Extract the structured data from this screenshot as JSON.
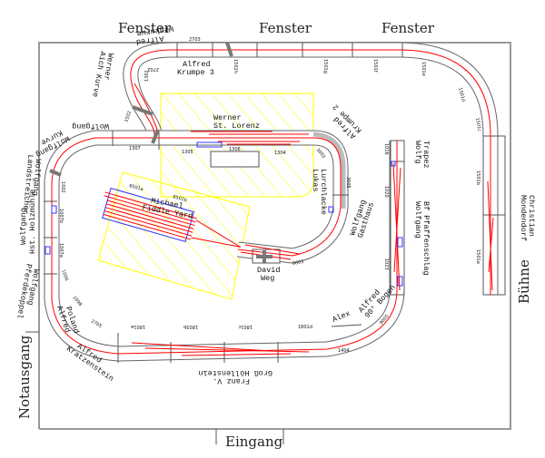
{
  "room": {
    "windows": [
      "Fenster",
      "Fenster",
      "Fenster"
    ],
    "emergency_exit": "Notausgang",
    "entrance": "Eingang",
    "stage": "Bühne"
  },
  "modules": [
    {
      "owner": "Alfred",
      "name": "Wegkurve"
    },
    {
      "owner": "Werner",
      "name": "Aich Kurve"
    },
    {
      "owner": "Alfred",
      "name": "Krumpe 3"
    },
    {
      "owner": "Werner",
      "name": "St. Lorenz"
    },
    {
      "owner": "Wolfgang",
      "name": ""
    },
    {
      "owner": "Wolfgang",
      "name": "Kurve"
    },
    {
      "owner": "Wolfgang",
      "name": "Landstreicher"
    },
    {
      "owner": "Wolfgang",
      "name": "Hst. Holzmühle"
    },
    {
      "owner": "Wolfgang",
      "name": "Pferdekoppel"
    },
    {
      "owner": "Alfred",
      "name": "Poland"
    },
    {
      "owner": "Alfred",
      "name": "Kratzenstein"
    },
    {
      "owner": "Franz V.",
      "name": "Groß Höllenstein"
    },
    {
      "owner": "Alex",
      "name": ""
    },
    {
      "owner": "Alfred",
      "name": "90° Bogen"
    },
    {
      "owner": "David",
      "name": "Weg"
    },
    {
      "owner": "Michael",
      "name": "Fiddle Yard"
    },
    {
      "owner": "Lurchlacke",
      "name": "Lukas"
    },
    {
      "owner": "Alfred",
      "name": "Krumpe 2"
    },
    {
      "owner": "Wolfgang",
      "name": "Gasthaus"
    },
    {
      "owner": "Wolfg",
      "name": "Trapez"
    },
    {
      "owner": "Wolfgang",
      "name": "Bf Pfaffenschlag"
    },
    {
      "owner": "Christian",
      "name": "Mondendorf"
    }
  ],
  "module_numbers": [
    "2703",
    "2702",
    "1302",
    "1502",
    "1307",
    "1306",
    "1305",
    "1304",
    "1502h",
    "1501g",
    "1501f",
    "1501e",
    "1501d",
    "1501c",
    "1501b",
    "1501a",
    "3005",
    "3003",
    "1016",
    "1020",
    "1023",
    "9005",
    "1404",
    "1801a",
    "1803b",
    "1801c",
    "1801d",
    "9003",
    "1007a",
    "1007b",
    "1006",
    "1002",
    "1098",
    "2705",
    "6501a",
    "6501b"
  ],
  "colors": {
    "track": "#ff0000",
    "outline": "#666666",
    "hatch": "#ffff00",
    "blue": "#3333ff",
    "wall": "#999999"
  }
}
